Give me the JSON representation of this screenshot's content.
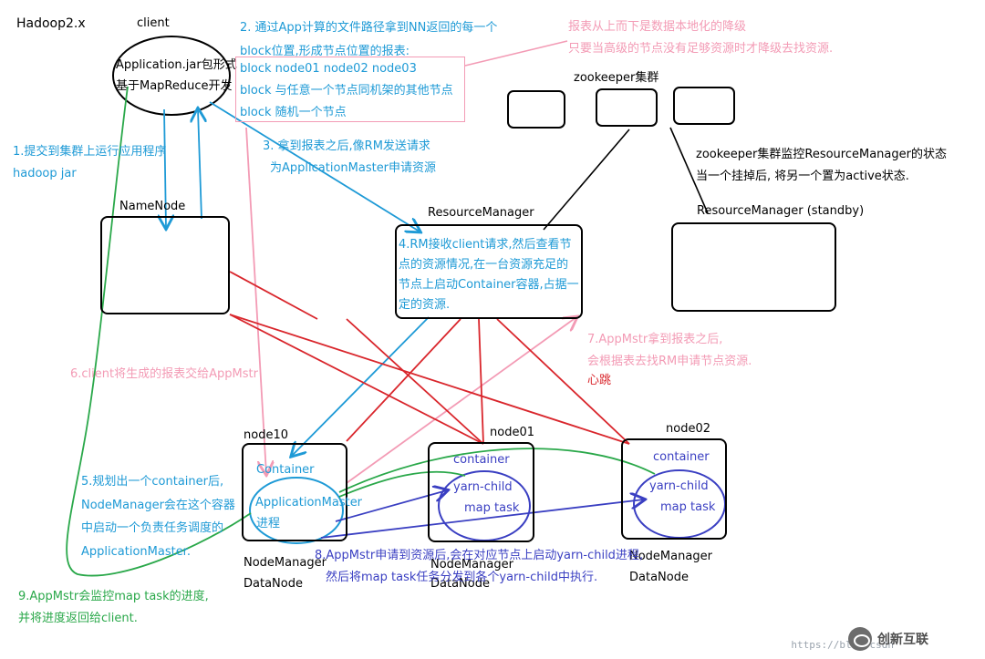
{
  "title": "Hadoop2.x",
  "client": {
    "label": "client",
    "line1": "Application.jar包形式",
    "line2": "基于MapReduce开发"
  },
  "step1": {
    "line1": "1.提交到集群上运行应用程序",
    "line2": "hadoop jar"
  },
  "step2": {
    "line1": "2. 通过App计算的文件路径拿到NN返回的每一个",
    "line2": "block位置,形成节点位置的报表:",
    "rows": [
      "block node01 node02 node03",
      "block 与任意一个节点同机架的其他节点",
      "block 随机一个节点"
    ]
  },
  "note_pink": {
    "line1": "报表从上而下是数据本地化的降级",
    "line2": "只要当高级的节点没有足够资源时才降级去找资源."
  },
  "step3": {
    "line1": "3. 拿到报表之后,像RM发送请求",
    "line2": "为ApplicationMaster申请资源"
  },
  "zookeeper": {
    "label": "zookeeper集群",
    "note1": "zookeeper集群监控ResourceManager的状态",
    "note2": "当一个挂掉后, 将另一个置为active状态."
  },
  "namenode": {
    "label": "NameNode"
  },
  "rm": {
    "label": "ResourceManager",
    "lines": [
      "4.RM接收client请求,然后查看节",
      "点的资源情况,在一台资源充足的",
      "节点上启动Container容器,占据一",
      "定的资源."
    ]
  },
  "rm_standby": {
    "label": "ResourceManager (standby)"
  },
  "step6": {
    "text": "6.client将生成的报表交给AppMstr"
  },
  "step7": {
    "line1": "7.AppMstr拿到报表之后,",
    "line2": "会根据表去找RM申请节点资源.",
    "heartbeat": "心跳"
  },
  "node10": {
    "label": "node10",
    "container": "Container",
    "am1": "ApplicationMaster",
    "am2": "进程",
    "nm": "NodeManager",
    "dn": "DataNode"
  },
  "node01": {
    "label": "node01",
    "container": "container",
    "child": "yarn-child",
    "task": "map task",
    "nm": "NodeManager",
    "dn": "DataNode"
  },
  "node02": {
    "label": "node02",
    "container": "container",
    "child": "yarn-child",
    "task": "map task",
    "nm": "NodeManager",
    "dn": "DataNode"
  },
  "step5": {
    "lines": [
      "5.规划出一个container后,",
      "NodeManager会在这个容器",
      "中启动一个负责任务调度的",
      "ApplicationMaster."
    ]
  },
  "step8": {
    "line1": "8.AppMstr申请到资源后,会在对应节点上启动yarn-child进程,",
    "line2": "然后将map task任务分发到各个yarn-child中执行."
  },
  "step9": {
    "line1": "9.AppMstr会监控map task的进度,",
    "line2": "并将进度返回给client."
  },
  "watermark": {
    "url": "https://blog.csdn",
    "brand": "创新互联"
  },
  "colors": {
    "cyan": "#1e9ad6",
    "pink": "#f39bb5",
    "red": "#d9262c",
    "blue": "#3a3fc2",
    "green": "#2aa84a",
    "black": "#000000"
  }
}
